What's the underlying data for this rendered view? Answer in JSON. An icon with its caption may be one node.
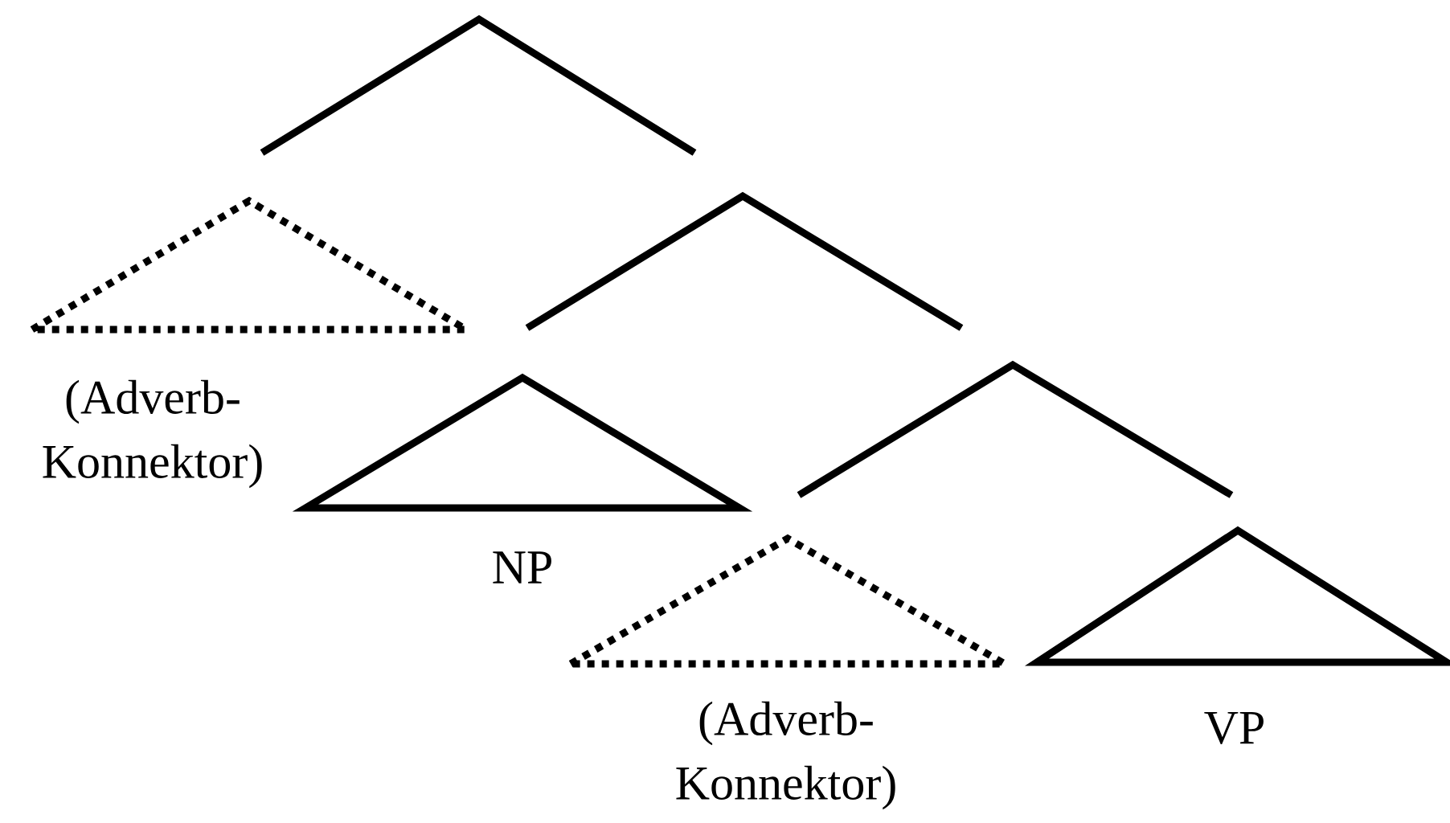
{
  "diagram": {
    "nodes": [
      {
        "text": [],
        "shape": "branch"
      },
      {
        "text": [
          "(Adverb- Konnektor)"
        ]
      },
      {
        "text": [],
        "shape": "branch"
      },
      {
        "text": [
          "NP"
        ]
      },
      {
        "text": [],
        "shape": "branch"
      },
      {
        "text": [
          "(Adverb- Konnektor)"
        ]
      },
      {
        "text": [
          "VP"
        ]
      }
    ]
  }
}
